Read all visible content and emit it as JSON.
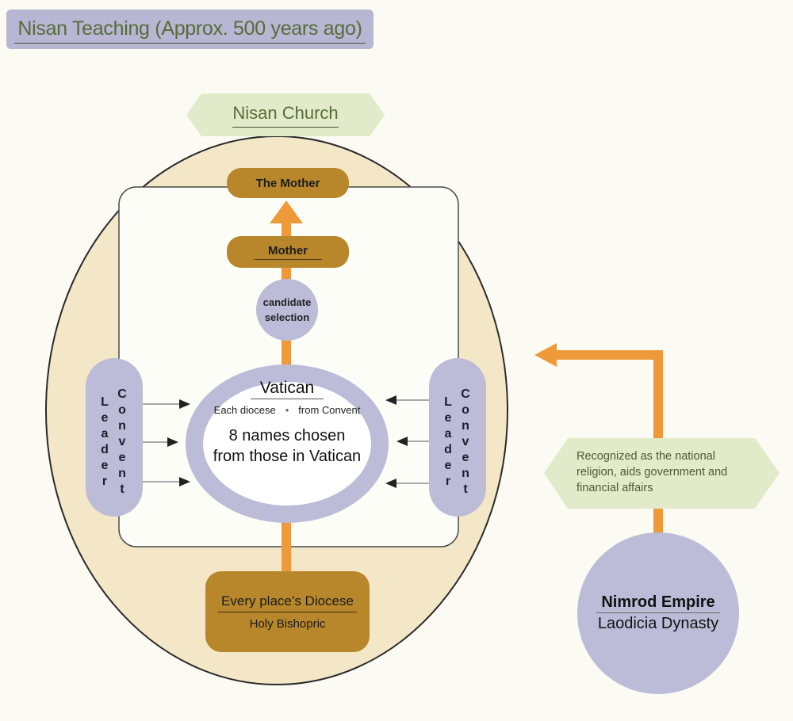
{
  "title": "Nisan Teaching (Approx. 500 years ago)",
  "colors": {
    "page_bg": "#fbfbf3",
    "title_bg": "#b7b6d3",
    "title_text": "#5a6b3a",
    "church_oval": "#f4e7c8",
    "outline": "#2a2a2a",
    "inner_box": "#fdfdf8",
    "gold_box": "#b8872b",
    "lavender": "#bcbcd8",
    "banner_green": "#e2ebc9",
    "arrow_orange": "#ef9a3a"
  },
  "church": {
    "label": "Nisan Church",
    "the_mother": "The Mother",
    "mother": "Mother",
    "candidate_selection": [
      "candidate",
      "selection"
    ],
    "vatican": {
      "title": "Vatican",
      "subtitle_left": "Each diocese",
      "subtitle_separator": "•",
      "subtitle_right": "from Convent",
      "main_lines": [
        "8 names chosen",
        "from those in Vatican"
      ]
    },
    "left_convent": {
      "col1": "Leader",
      "col2": "Convent"
    },
    "right_convent": {
      "col1": "Leader",
      "col2": "Convent"
    },
    "diocese": {
      "title": "Every place’s Diocese",
      "subtitle": "Holy Bishopric"
    }
  },
  "empire": {
    "banner_lines": [
      "Recognized as the national",
      "religion, aids government and",
      "financial affairs"
    ],
    "name": "Nimrod Empire",
    "dynasty": "Laodicia Dynasty"
  }
}
